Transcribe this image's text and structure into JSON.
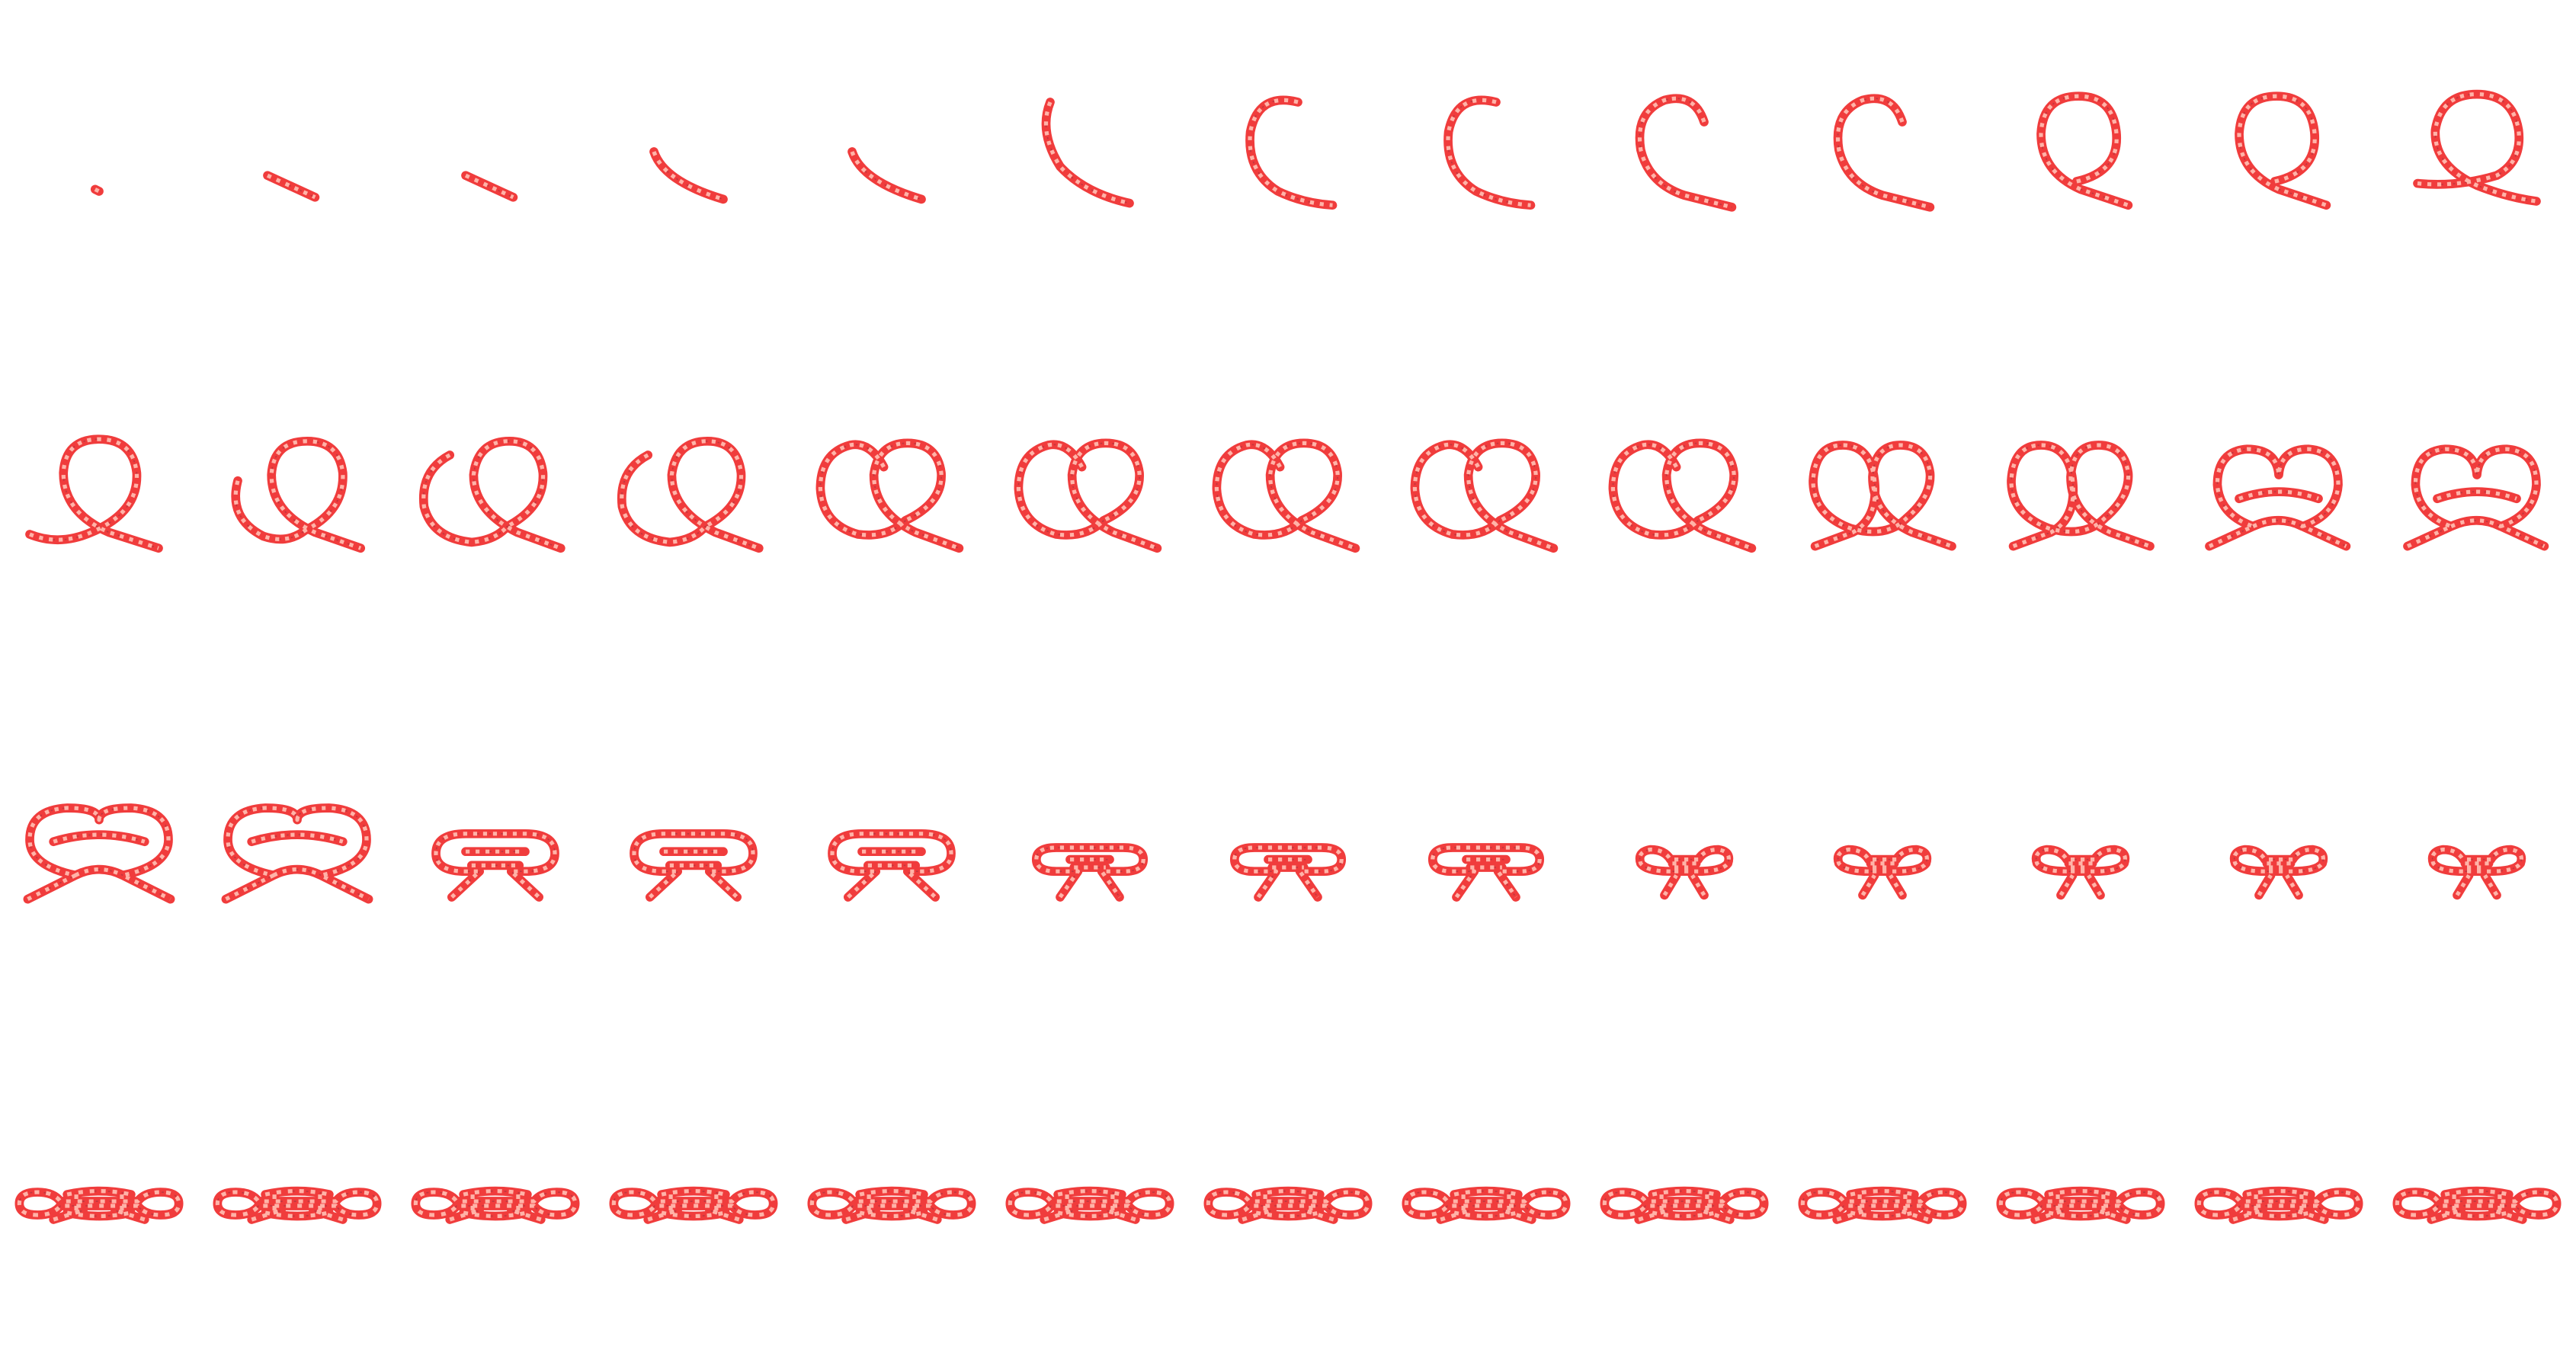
{
  "figure": {
    "rows": 4,
    "columns": 13,
    "background": "#ffffff",
    "rope": {
      "primary_color": "#f03c3c",
      "highlight_color": "#ffb3a8",
      "shadow_color": "#2a2346"
    },
    "frames": [
      {
        "stage": "point"
      },
      {
        "stage": "segment"
      },
      {
        "stage": "segment"
      },
      {
        "stage": "curve"
      },
      {
        "stage": "curve"
      },
      {
        "stage": "hook"
      },
      {
        "stage": "c-shape"
      },
      {
        "stage": "c-shape"
      },
      {
        "stage": "open-loop"
      },
      {
        "stage": "open-loop"
      },
      {
        "stage": "loop"
      },
      {
        "stage": "loop"
      },
      {
        "stage": "overhand-loop"
      },
      {
        "stage": "loop-with-tail"
      },
      {
        "stage": "second-loop-start"
      },
      {
        "stage": "second-loop"
      },
      {
        "stage": "second-loop"
      },
      {
        "stage": "double-loop"
      },
      {
        "stage": "double-loop"
      },
      {
        "stage": "double-loop"
      },
      {
        "stage": "double-loop"
      },
      {
        "stage": "double-loop"
      },
      {
        "stage": "interlaced-loops"
      },
      {
        "stage": "interlaced-loops"
      },
      {
        "stage": "pretzel"
      },
      {
        "stage": "pretzel"
      },
      {
        "stage": "pretzel-tight"
      },
      {
        "stage": "pretzel-tight"
      },
      {
        "stage": "flatten"
      },
      {
        "stage": "flatten"
      },
      {
        "stage": "flatten"
      },
      {
        "stage": "ears"
      },
      {
        "stage": "ears"
      },
      {
        "stage": "ears"
      },
      {
        "stage": "bow"
      },
      {
        "stage": "bow"
      },
      {
        "stage": "bow"
      },
      {
        "stage": "bow"
      },
      {
        "stage": "bow"
      },
      {
        "stage": "wrapped-bow"
      },
      {
        "stage": "wrapped-bow"
      },
      {
        "stage": "wrapped-bow"
      },
      {
        "stage": "wrapped-bow"
      },
      {
        "stage": "wrapped-bow"
      },
      {
        "stage": "wrapped-bow"
      },
      {
        "stage": "wrapped-bow"
      },
      {
        "stage": "wrapped-bow"
      },
      {
        "stage": "wrapped-bow"
      },
      {
        "stage": "wrapped-bow"
      },
      {
        "stage": "wrapped-bow"
      },
      {
        "stage": "wrapped-bow"
      },
      {
        "stage": "wrapped-bow"
      }
    ]
  }
}
